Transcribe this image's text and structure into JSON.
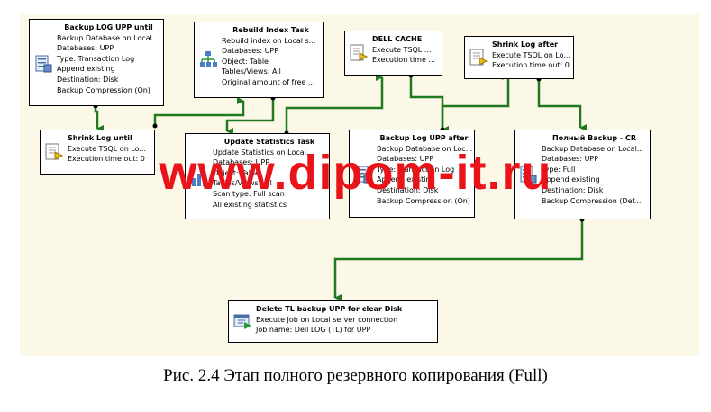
{
  "colors": {
    "canvas": "#fbf8e8",
    "connector": "#1f7a1f",
    "watermark": "#e8141a"
  },
  "tasks": [
    {
      "id": "backup_log",
      "icon": "backup-database-icon",
      "title": "Backup LOG UPP until",
      "lines": [
        "Backup Database on Local...",
        "Databases: UPP",
        "Type: Transaction Log",
        "Append existing",
        "Destination: Disk",
        "Backup Compression (On)"
      ]
    },
    {
      "id": "rebuild_index",
      "icon": "rebuild-index-icon",
      "title": "Rebuild Index Task",
      "lines": [
        "Rebuild index on Local s...",
        "Databases: UPP",
        "Object: Table",
        "Tables/Views: All",
        "Original amount of free ..."
      ]
    },
    {
      "id": "dell_cache",
      "icon": "execute-tsql-icon",
      "title": "DELL CACHE",
      "lines": [
        "Execute TSQL ...",
        "Execution time ..."
      ]
    },
    {
      "id": "shrink_after",
      "icon": "execute-tsql-icon",
      "title": "Shrink Log after",
      "lines": [
        "Execute TSQL on Lo...",
        "Execution time out: 0"
      ]
    },
    {
      "id": "shrink_until",
      "icon": "execute-tsql-icon",
      "title": "Shrink Log until",
      "lines": [
        "Execute TSQL on Lo...",
        "Execution time out: 0"
      ]
    },
    {
      "id": "update_stats",
      "icon": "update-statistics-icon",
      "title": "Update Statistics Task",
      "lines": [
        "Update Statistics on Local...",
        "Databases: UPP",
        "Object: Table",
        "Tables/Views: All",
        "Scan type: Full scan",
        "All existing statistics"
      ]
    },
    {
      "id": "backup_log_after",
      "icon": "backup-database-icon",
      "title": "Backup Log UPP after",
      "lines": [
        "Backup Database on Loc...",
        "Databases: UPP",
        "Type: Transaction Log",
        "Append existing",
        "Destination: Disk",
        "Backup Compression (On)"
      ]
    },
    {
      "id": "full_backup",
      "icon": "backup-database-icon",
      "title": "Полный Backup - CR",
      "lines": [
        "Backup Database on Local...",
        "Databases: UPP",
        "Type: Full",
        "Append existing",
        "Destination: Disk",
        "Backup Compression (Def..."
      ]
    },
    {
      "id": "delete_tl",
      "icon": "execute-job-icon",
      "title": "Delete TL backup UPP  for clear Disk",
      "lines": [
        "Execute Job on Local server connection",
        "Job name: Dell LOG (TL) for UPP"
      ]
    }
  ],
  "watermark": "www.dipom-it.ru",
  "caption": "Рис. 2.4 Этап полного резервного копирования (Full)"
}
